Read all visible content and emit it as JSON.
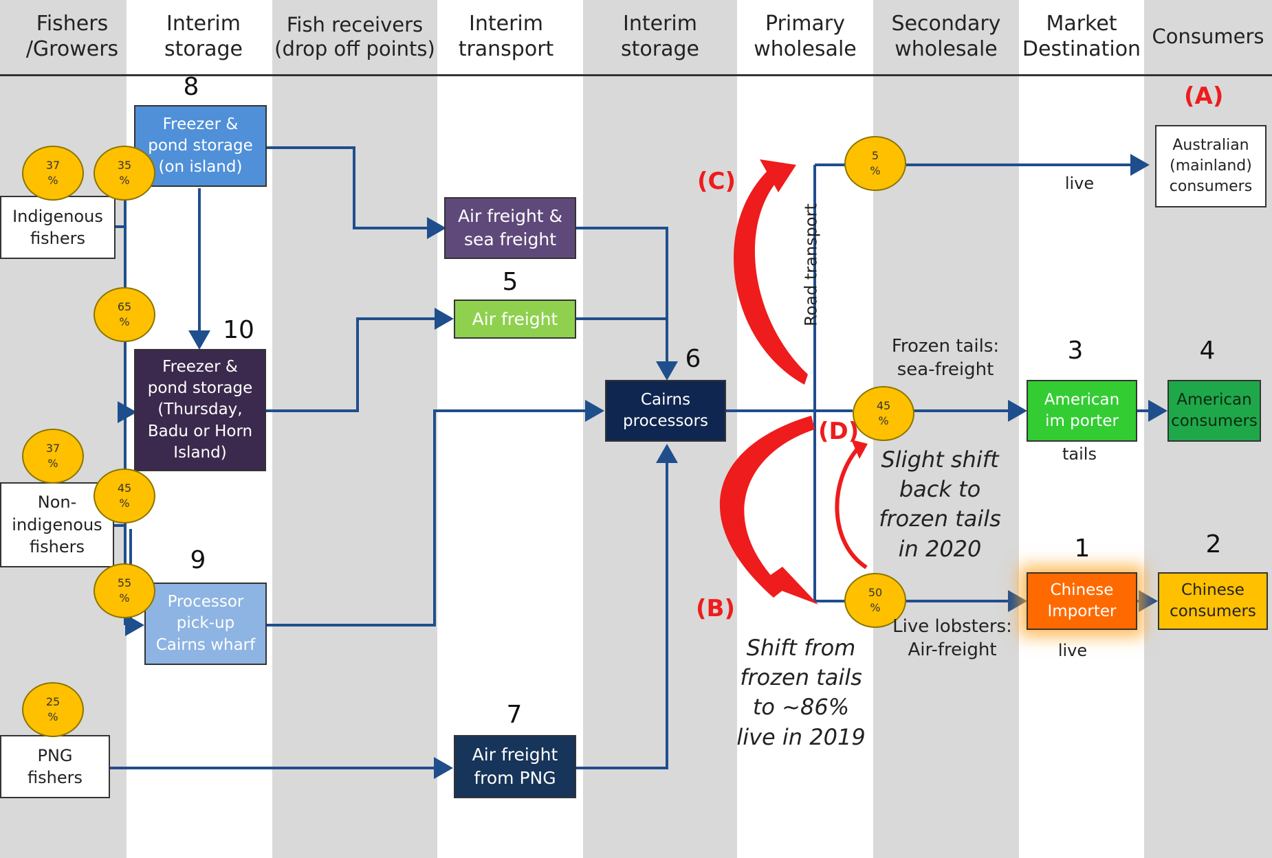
{
  "columns": [
    {
      "id": "fishers",
      "label": "Fishers\n/Growers"
    },
    {
      "id": "interim_storage_1",
      "label": "Interim\nstorage"
    },
    {
      "id": "fish_receivers",
      "label": "Fish receivers\n(drop off points)"
    },
    {
      "id": "interim_transport",
      "label": "Interim\ntransport"
    },
    {
      "id": "interim_storage_2",
      "label": "Interim\nstorage"
    },
    {
      "id": "primary_wholesale",
      "label": "Primary\nwholesale"
    },
    {
      "id": "secondary_wholesale",
      "label": "Secondary\nwholesale"
    },
    {
      "id": "market_destination",
      "label": "Market\nDestination"
    },
    {
      "id": "consumers",
      "label": "Consumers"
    }
  ],
  "nodes": {
    "indigenous_fishers": {
      "label": "Indigenous\nfishers"
    },
    "non_indigenous_fishers": {
      "label": "Non-\nindigenous\nfishers"
    },
    "png_fishers": {
      "label": "PNG\nfishers"
    },
    "freezer_on_island": {
      "label": "Freezer &\npond storage\n(on island)",
      "number": "8",
      "color": "#4f90d8"
    },
    "freezer_thursday": {
      "label": "Freezer &\npond storage\n(Thursday,\nBadu or Horn\nIsland)",
      "number": "10",
      "color": "#3b2a4d"
    },
    "processor_pickup": {
      "label": "Processor\npick-up\nCairns wharf",
      "number": "9",
      "color": "#8db4e2"
    },
    "air_sea_freight": {
      "label": "Air freight &\nsea freight",
      "color": "#5f497a"
    },
    "air_freight": {
      "label": "Air freight",
      "number": "5",
      "color": "#8fd14f"
    },
    "air_freight_png": {
      "label": "Air freight\nfrom PNG",
      "number": "7",
      "color": "#17345a"
    },
    "cairns_processors": {
      "label": "Cairns\nprocessors",
      "number": "6",
      "color": "#0f2650"
    },
    "australian_consumers": {
      "label": "Australian\n(mainland)\nconsumers"
    },
    "american_importer": {
      "label": "American\nim porter",
      "number": "3",
      "color": "#33cc33"
    },
    "american_consumers": {
      "label": "American\nconsumers",
      "number": "4",
      "color": "#1fa84a"
    },
    "chinese_importer": {
      "label": "Chinese\nImporter",
      "number": "1",
      "color": "#ff6a00"
    },
    "chinese_consumers": {
      "label": "Chinese\nconsumers",
      "number": "2",
      "color": "#ffc000"
    }
  },
  "percentages": {
    "p_ind_37": "37\n%",
    "p_ind_35": "35\n%",
    "p_ind_65": "65\n%",
    "p_non_37": "37\n%",
    "p_non_45": "45\n%",
    "p_non_55": "55\n%",
    "p_png_25": "25\n%",
    "p_aus_5": "5\n%",
    "p_us_45": "45\n%",
    "p_cn_50": "50\n%"
  },
  "labels": {
    "live_top": "live",
    "road_transport": "Road transport",
    "frozen_tails": "Frozen tails:\nsea-freight",
    "tails": "tails",
    "live_lobsters": "Live lobsters:\nAir-freight",
    "live_bottom": "live",
    "slight_shift": "Slight shift\nback to\nfrozen tails\nin 2020",
    "shift_frozen": "Shift from\nfrozen tails\nto ~86%\nlive in 2019",
    "mark_a": "(A)",
    "mark_b": "(B)",
    "mark_c": "(C)",
    "mark_d": "(D)"
  },
  "colors": {
    "flow_line": "#1f4e8c",
    "accent_red": "#ee1c1c",
    "percent_circle": "#ffc000",
    "column_shade": "#d9d9d9"
  }
}
